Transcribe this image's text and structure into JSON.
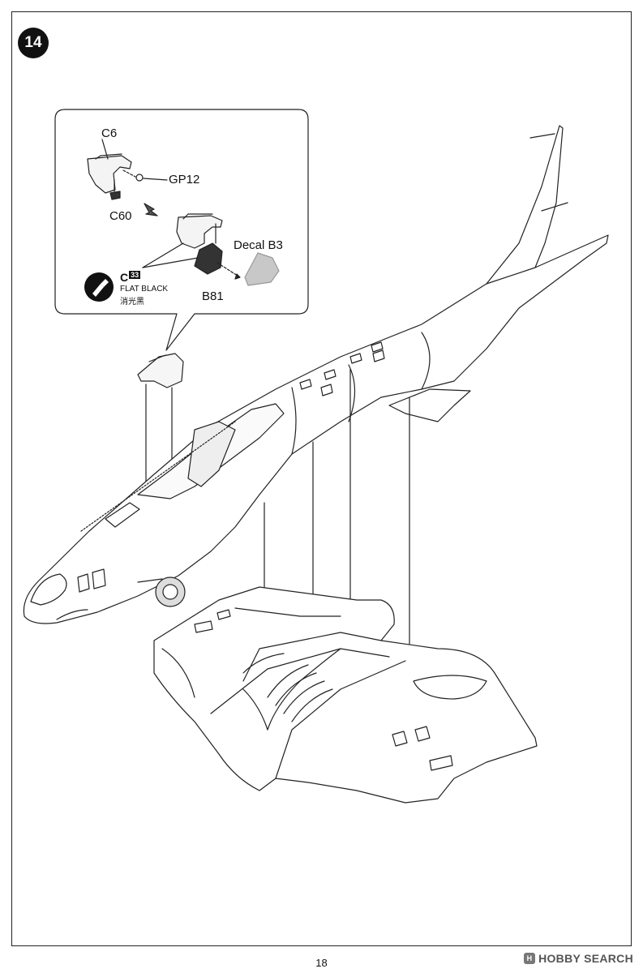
{
  "step": {
    "number": "14"
  },
  "detail_callout": {
    "parts": {
      "c6": "C6",
      "gp12": "GP12",
      "c60": "C60",
      "b81": "B81",
      "decal": "Decal B3"
    },
    "paint": {
      "code_letter": "C",
      "code_number": "33",
      "name_en": "FLAT BLACK",
      "name_cn": "消光黑",
      "icon": "paint-brush-icon"
    }
  },
  "footer": {
    "page_number": "18",
    "watermark": "HOBBY SEARCH"
  }
}
